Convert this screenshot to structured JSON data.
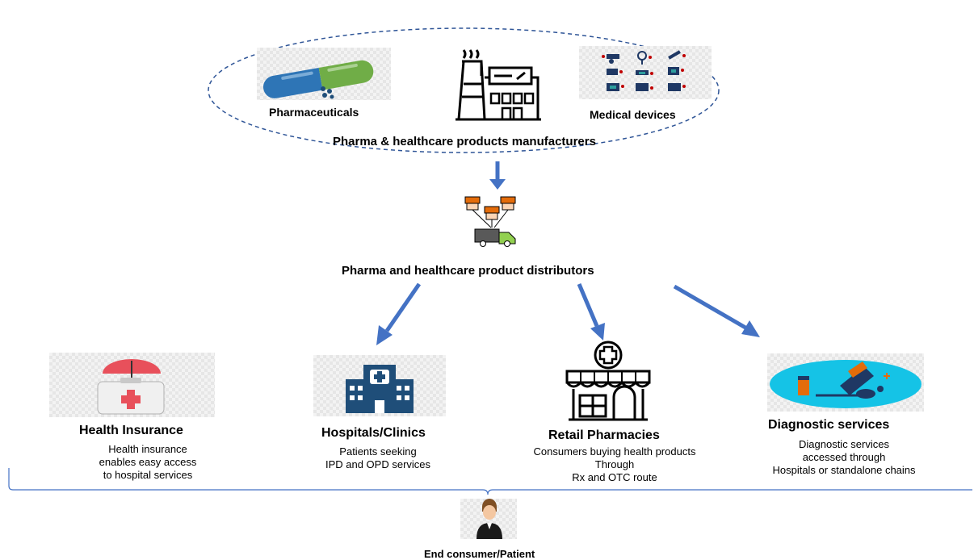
{
  "manufacturers": {
    "pharmaceuticals_label": "Pharmaceuticals",
    "medical_devices_label": "Medical devices",
    "group_label": "Pharma & healthcare products  manufacturers"
  },
  "distributors": {
    "label": "Pharma and healthcare product distributors"
  },
  "channels": [
    {
      "title": "Health Insurance",
      "lines": [
        "Health insurance",
        "enables easy access",
        "to hospital services"
      ]
    },
    {
      "title": "Hospitals/Clinics",
      "lines": [
        "Patients seeking",
        "IPD and OPD services"
      ]
    },
    {
      "title": "Retail Pharmacies",
      "lines": [
        "Consumers buying health products",
        "Through",
        "Rx and OTC route"
      ]
    },
    {
      "title": "Diagnostic services",
      "lines": [
        "Diagnostic services",
        "accessed through",
        "Hospitals or standalone chains"
      ]
    }
  ],
  "end_consumer": {
    "label": "End consumer/Patient"
  },
  "colors": {
    "arrow": "#4472C4",
    "ellipse": "#2F5597",
    "bracket": "#4472C4"
  }
}
